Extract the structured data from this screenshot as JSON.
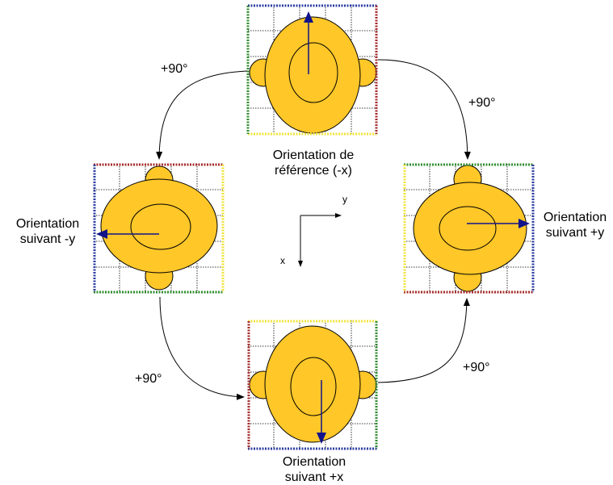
{
  "colors": {
    "head_fill": "#FFC728",
    "head_stroke": "#000000",
    "arrow": "#10138A",
    "border_blue": "#2A3DA0",
    "border_green": "#2E8B2E",
    "border_red": "#A52A2A",
    "border_yellow": "#F2E33A",
    "grid": "#000000"
  },
  "rotation_labels": [
    "+90°",
    "+90°",
    "+90°",
    "+90°"
  ],
  "orientations": {
    "reference": {
      "line1": "Orientation de",
      "line2": "référence (-x)"
    },
    "minus_y": {
      "line1": "Orientation",
      "line2": "suivant -y"
    },
    "plus_y": {
      "line1": "Orientation",
      "line2": "suivant +y"
    },
    "plus_x": {
      "line1": "Orientation",
      "line2": "suivant +x"
    }
  },
  "axes": {
    "x": "x",
    "y": "y"
  }
}
